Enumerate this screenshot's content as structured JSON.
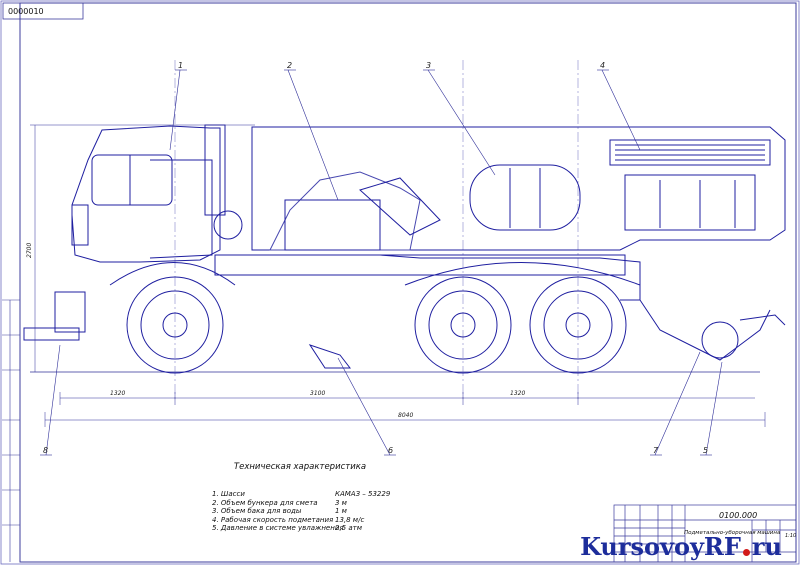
{
  "drawing": {
    "code": "0000010",
    "callouts": [
      "1",
      "2",
      "3",
      "4",
      "5",
      "6",
      "7",
      "8"
    ],
    "dimensions": {
      "height": "2700",
      "front_overhang": "1320",
      "wheelbase": "3100",
      "rear_axle_spacing": "1320",
      "overall_length": "8040"
    }
  },
  "specs": {
    "title": "Техническая характеристика",
    "items": [
      {
        "label": "1. Шасси",
        "value": "КАМАЗ – 53229"
      },
      {
        "label": "2. Объем бункера для смета",
        "value": "3 м"
      },
      {
        "label": "3. Объем бака для воды",
        "value": "1 м"
      },
      {
        "label": "4. Рабочая скорость подметания",
        "value": "13,8 м/с"
      },
      {
        "label": "5. Давление в системе увлажнения",
        "value": "2,5 атм"
      }
    ]
  },
  "title_block": {
    "code": "0100.000",
    "name": "Подметально-уборочная машина",
    "sheets": "1:10"
  },
  "watermark": {
    "text": "KursovoyRF",
    "suffix": "ru"
  }
}
